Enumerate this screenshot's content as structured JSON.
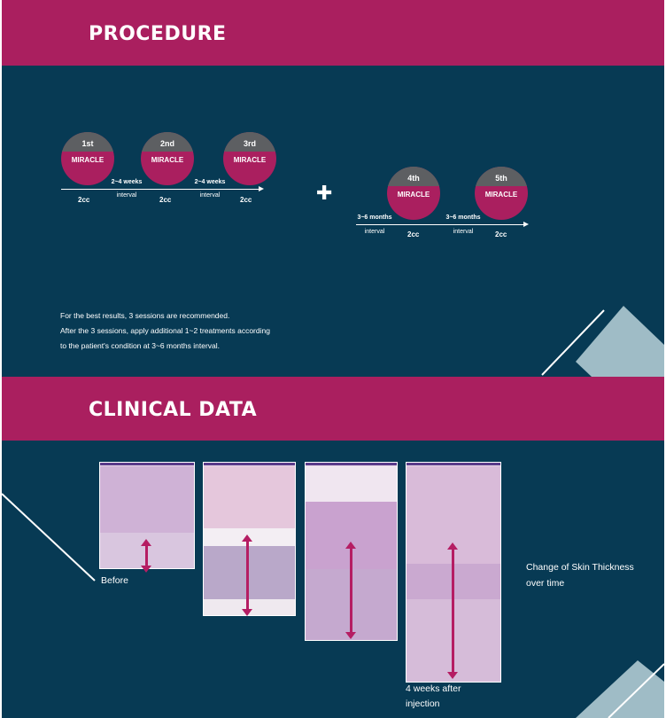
{
  "procedure": {
    "title": "PROCEDURE",
    "row1": {
      "sessions": [
        {
          "label": "1st",
          "product": "MIRACLE",
          "dose": "2cc"
        },
        {
          "label": "2nd",
          "product": "MIRACLE",
          "dose": "2cc"
        },
        {
          "label": "3rd",
          "product": "MIRACLE",
          "dose": "2cc"
        }
      ],
      "intervals": [
        {
          "time": "2~4 weeks",
          "label": "interval"
        },
        {
          "time": "2~4 weeks",
          "label": "interval"
        }
      ]
    },
    "plus": "✚",
    "row2": {
      "sessions": [
        {
          "label": "4th",
          "product": "MIRACLE",
          "dose": "2cc"
        },
        {
          "label": "5th",
          "product": "MIRACLE",
          "dose": "2cc"
        }
      ],
      "intervals": [
        {
          "time": "3~6 months",
          "label": "interval"
        },
        {
          "time": "3~6 months",
          "label": "interval"
        }
      ]
    },
    "notes": [
      "For the best results, 3 sessions are recommended.",
      "After the 3 sessions, apply additional 1~2 treatments according",
      "to the patient's condition at 3~6 months interval."
    ]
  },
  "clinical": {
    "title": "CLINICAL DATA",
    "before_label": "Before",
    "after_label_line1": "4 weeks after",
    "after_label_line2": "injection",
    "side_label_line1": "Change of Skin Thickness",
    "side_label_line2": "over time"
  },
  "colors": {
    "brand_magenta": "#aa1f5f",
    "navy": "#073a54",
    "grey": "#5d5f62",
    "light_teal": "#9fbcc6"
  }
}
